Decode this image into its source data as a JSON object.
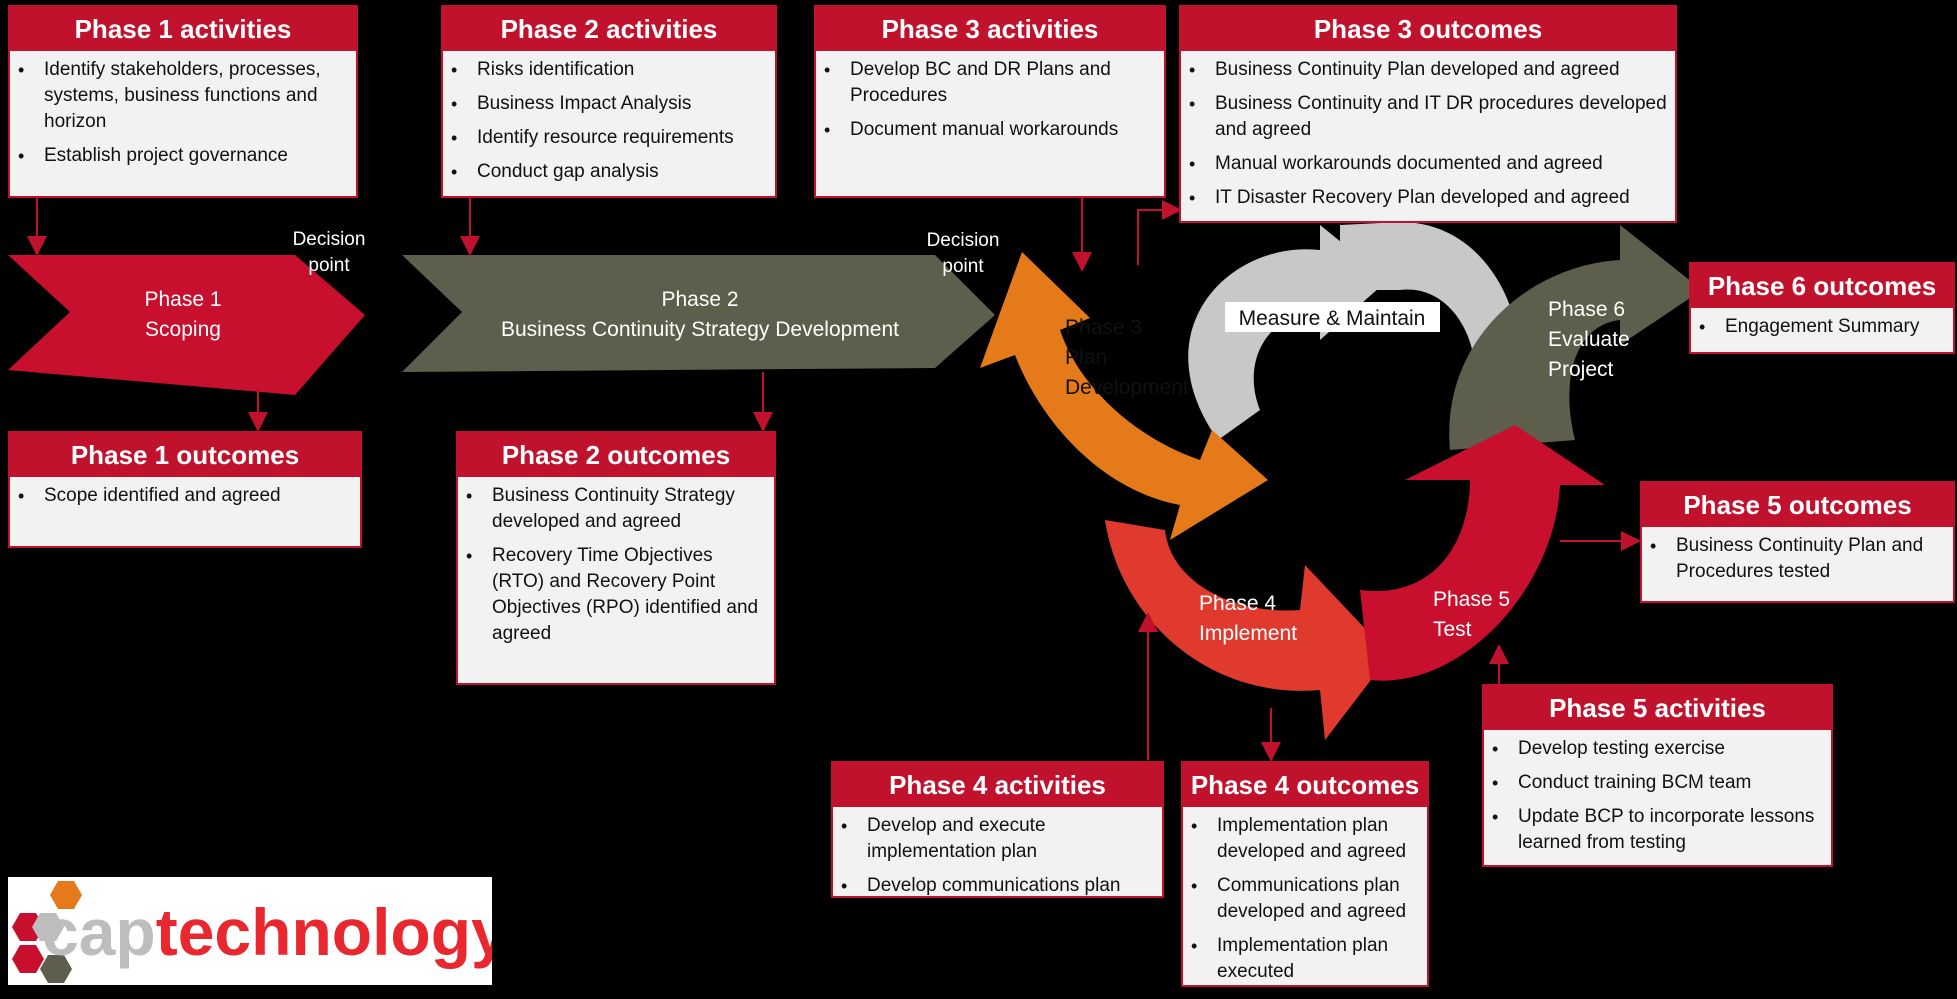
{
  "colors": {
    "red": "#c0122c",
    "olive": "#5e5e4c",
    "orange": "#e57a1a",
    "coral": "#e03a2e",
    "crimson": "#c8102e",
    "gray": "#c8c8c8"
  },
  "phases": {
    "p1": {
      "line1": "Phase 1",
      "line2": "Scoping"
    },
    "p2": {
      "line1": "Phase 2",
      "line2": "Business Continuity Strategy Development"
    },
    "p3": {
      "line1": "Phase 3",
      "line2": "Plan",
      "line3": "Development"
    },
    "p4": {
      "line1": "Phase 4",
      "line2": "Implement"
    },
    "p5": {
      "line1": "Phase 5",
      "line2": "Test"
    },
    "p6": {
      "line1": "Phase 6",
      "line2": "Evaluate",
      "line3": "Project"
    },
    "measure": "Measure & Maintain"
  },
  "decision_points": [
    {
      "line1": "Decision",
      "line2": "point"
    },
    {
      "line1": "Decision",
      "line2": "point"
    }
  ],
  "boxes": {
    "p1_activities": {
      "title": "Phase 1 activities",
      "items": [
        "Identify stakeholders, processes, systems, business functions and horizon",
        "Establish project governance"
      ]
    },
    "p2_activities": {
      "title": "Phase 2 activities",
      "items": [
        "Risks identification",
        "Business Impact Analysis",
        "Identify resource requirements",
        "Conduct gap analysis"
      ]
    },
    "p3_activities": {
      "title": "Phase 3 activities",
      "items": [
        "Develop BC and DR Plans and Procedures",
        "Document manual workarounds"
      ]
    },
    "p3_outcomes": {
      "title": "Phase 3 outcomes",
      "items": [
        "Business Continuity Plan developed and agreed",
        "Business Continuity and IT DR procedures developed and agreed",
        "Manual workarounds documented and agreed",
        "IT Disaster Recovery Plan developed and agreed"
      ]
    },
    "p6_outcomes": {
      "title": "Phase 6 outcomes",
      "items": [
        "Engagement Summary"
      ]
    },
    "p1_outcomes": {
      "title": "Phase 1 outcomes",
      "items": [
        "Scope identified and agreed"
      ]
    },
    "p2_outcomes": {
      "title": "Phase 2 outcomes",
      "items": [
        "Business Continuity Strategy developed and agreed",
        "Recovery Time Objectives (RTO) and Recovery Point Objectives (RPO) identified and agreed"
      ]
    },
    "p5_outcomes": {
      "title": "Phase 5 outcomes",
      "items": [
        "Business Continuity Plan and Procedures tested"
      ]
    },
    "p5_activities": {
      "title": "Phase 5 activities",
      "items": [
        "Develop testing exercise",
        "Conduct training BCM team",
        "Update BCP to incorporate lessons learned from testing"
      ]
    },
    "p4_activities": {
      "title": "Phase 4 activities",
      "items": [
        "Develop and execute implementation plan",
        "Develop communications plan"
      ]
    },
    "p4_outcomes": {
      "title": "Phase 4 outcomes",
      "items": [
        "Implementation plan developed and agreed",
        "Communications plan developed and agreed",
        "Implementation plan executed"
      ]
    }
  },
  "logo": {
    "text_cap": "cap",
    "text_tech": "technology"
  }
}
